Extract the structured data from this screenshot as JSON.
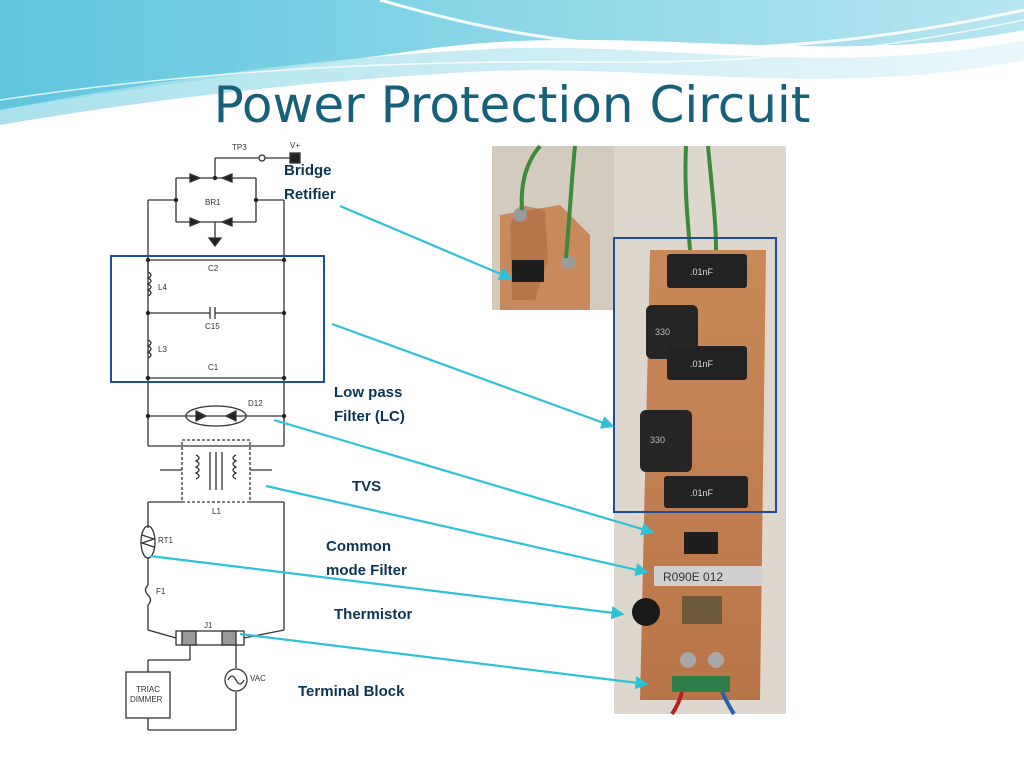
{
  "slide": {
    "title": "Power Protection Circuit"
  },
  "callouts": [
    {
      "id": "bridge",
      "text": "Bridge\nRetifier"
    },
    {
      "id": "lowpass",
      "text": "Low pass\nFilter (LC)"
    },
    {
      "id": "tvs",
      "text": "TVS"
    },
    {
      "id": "cmf",
      "text": "Common\nmode Filter"
    },
    {
      "id": "thermistor",
      "text": "Thermistor"
    },
    {
      "id": "terminal",
      "text": "Terminal Block"
    }
  ],
  "schematic": {
    "designators": [
      "TP3",
      "V+",
      "BR1",
      "C2",
      "L4",
      "C15",
      "L3",
      "C1",
      "D12",
      "L1",
      "RT1",
      "F1",
      "J1",
      "VAC",
      "TRIAC\nDIMMER"
    ]
  },
  "board_markings": {
    "cap_top": ".01nF",
    "cap_mid": ".01nF",
    "cap_bot": ".01nF",
    "inductor_1": "330",
    "inductor_2": "330",
    "resistor_band": "R090E 012"
  },
  "colors": {
    "title": "#17607a",
    "label": "#0d3550",
    "arrow": "#2cc3d6",
    "highlight_box": "#1f4f9b"
  }
}
